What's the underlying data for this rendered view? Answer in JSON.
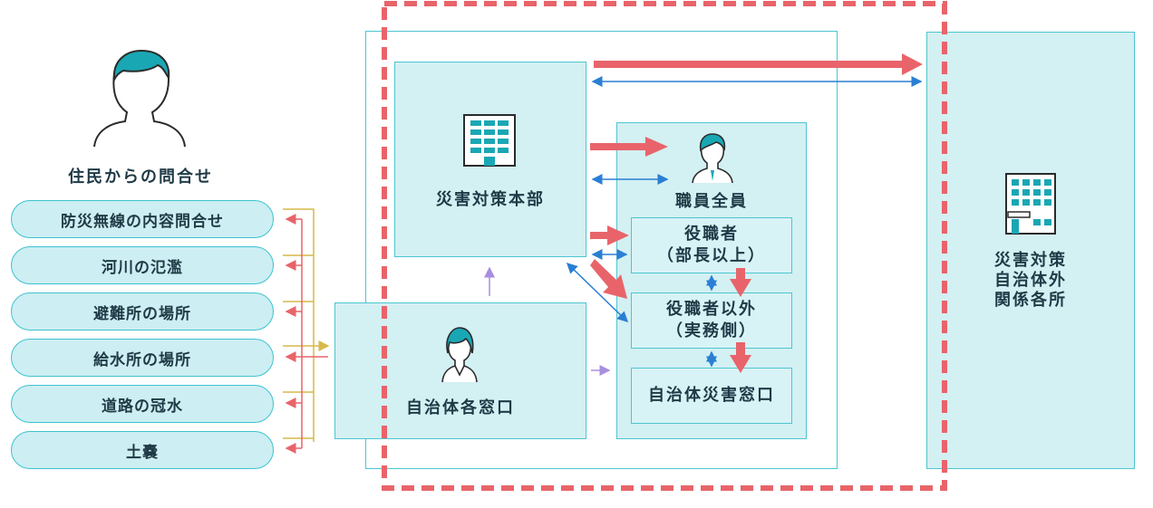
{
  "residents": {
    "title": "住民からの問合せ",
    "items": [
      "防災無線の内容問合せ",
      "河川の氾濫",
      "避難所の場所",
      "給水所の場所",
      "道路の冠水",
      "土嚢"
    ]
  },
  "hq": {
    "label": "災害対策本部"
  },
  "window": {
    "label": "自治体各窓口"
  },
  "staff": {
    "label": "職員全員",
    "manager": {
      "line1": "役職者",
      "line2": "（部長以上）"
    },
    "non_manager": {
      "line1": "役職者以外",
      "line2": "（実務側）"
    },
    "desk": {
      "label": "自治体災害窓口"
    }
  },
  "external": {
    "line1": "災害対策",
    "line2": "自治体外",
    "line3": "関係各所"
  },
  "colors": {
    "teal": "#3cc3cf",
    "red": "#e8646a",
    "blue": "#2a7fd4",
    "yellow": "#d6b94a",
    "purple": "#a98ee0"
  }
}
